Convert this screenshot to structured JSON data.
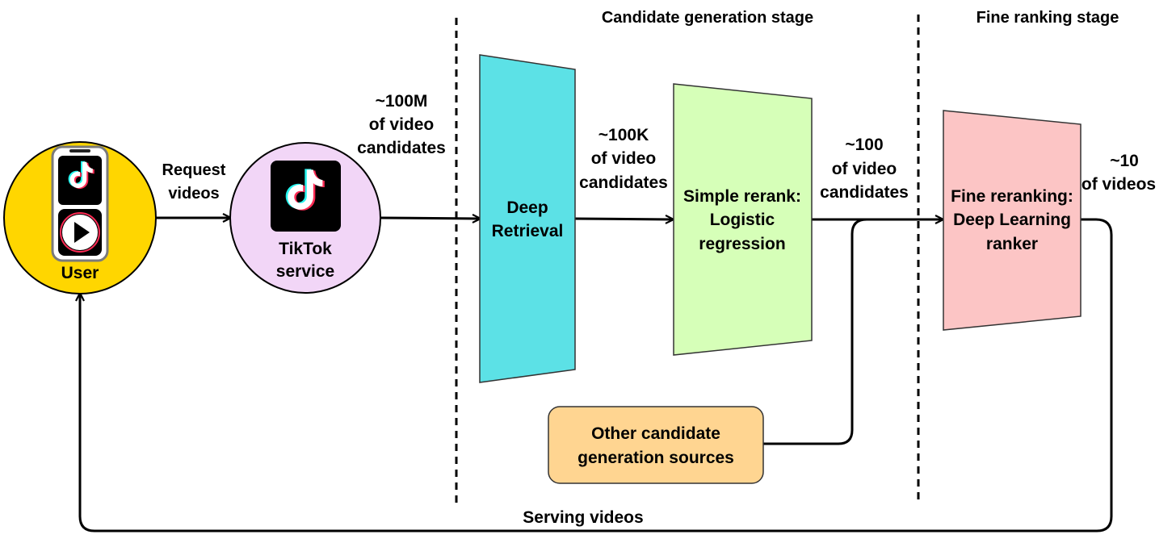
{
  "stages": {
    "candidate_generation": "Candidate generation stage",
    "fine_ranking": "Fine ranking stage"
  },
  "nodes": {
    "user": {
      "label": "User",
      "color": "#FFD600"
    },
    "tiktok_service": {
      "label_lines": [
        "TikTok",
        "service"
      ],
      "color": "#F2D6F7"
    },
    "deep_retrieval": {
      "label_lines": [
        "Deep",
        "Retrieval"
      ],
      "color": "#5CE1E6"
    },
    "simple_rerank": {
      "label_lines": [
        "Simple rerank:",
        "Logistic",
        "regression"
      ],
      "color": "#D6FFB8"
    },
    "fine_reranking": {
      "label_lines": [
        "Fine reranking:",
        "Deep Learning",
        "ranker"
      ],
      "color": "#FCC5C5"
    },
    "other_sources": {
      "label_lines": [
        "Other candidate",
        "generation sources"
      ],
      "color": "#FFD591"
    }
  },
  "edges": {
    "request": {
      "label_lines": [
        "Request",
        "videos"
      ]
    },
    "to_retrieval": {
      "label_lines": [
        "~100M",
        "of video",
        "candidates"
      ]
    },
    "to_simple": {
      "label_lines": [
        "~100K",
        "of video",
        "candidates"
      ]
    },
    "to_fine": {
      "label_lines": [
        "~100",
        "of video",
        "candidates"
      ]
    },
    "output": {
      "label_lines": [
        "~10",
        "of videos"
      ]
    },
    "serving": {
      "label": "Serving videos"
    }
  },
  "logo": {
    "wordmark": "TikTok"
  },
  "icons": [
    "tiktok-logo-icon",
    "smartphone-icon",
    "play-icon",
    "arrowhead-icon"
  ]
}
